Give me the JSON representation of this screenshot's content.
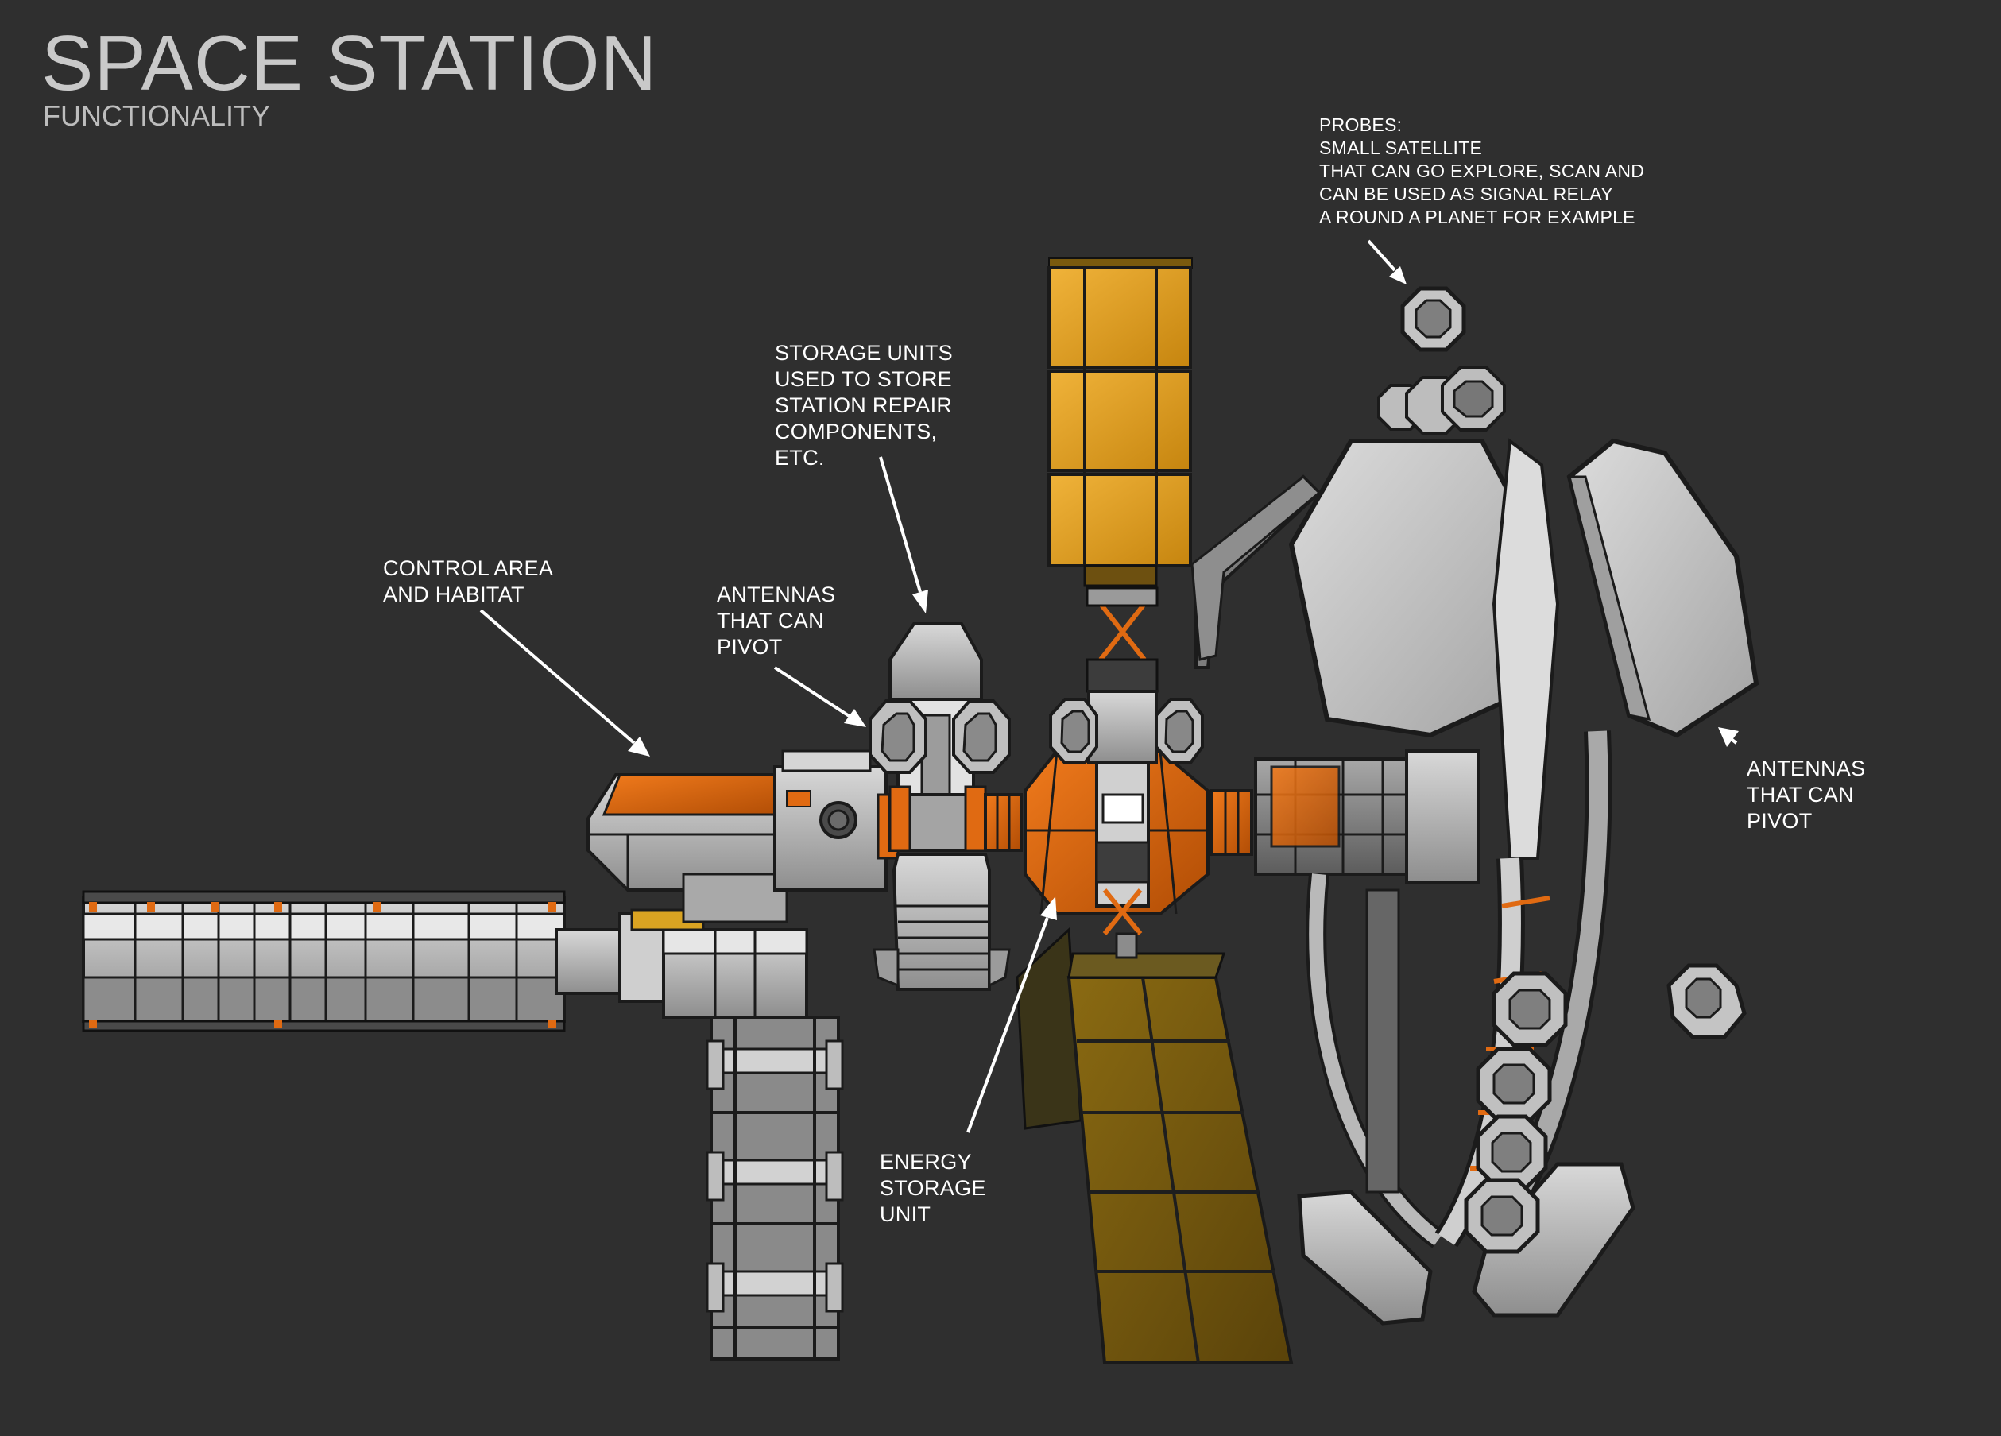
{
  "header": {
    "title": "SPACE STATION",
    "subtitle": "FUNCTIONALITY"
  },
  "callouts": {
    "probes": "PROBES:\nSMALL SATELLITE\nTHAT CAN GO EXPLORE, SCAN AND\nCAN BE USED AS SIGNAL RELAY\nA ROUND A PLANET FOR EXAMPLE",
    "storage_units": "STORAGE UNITS\nUSED TO STORE\nSTATION REPAIR\nCOMPONENTS,\nETC.",
    "control_area": "CONTROL AREA\nAND HABITAT",
    "antennas_left": "ANTENNAS\nTHAT CAN\nPIVOT",
    "antennas_right": "ANTENNAS\nTHAT CAN\nPIVOT",
    "energy_storage": "ENERGY\nSTORAGE\nUNIT"
  },
  "colors": {
    "background": "#2f2f2f",
    "hull_grey": "#b9b9b9",
    "accent_orange": "#e06a12",
    "solar_yellow": "#e3a21f",
    "solar_dark": "#7a5a0e",
    "label_text": "#ffffff",
    "title_text": "#c9c9c9"
  }
}
